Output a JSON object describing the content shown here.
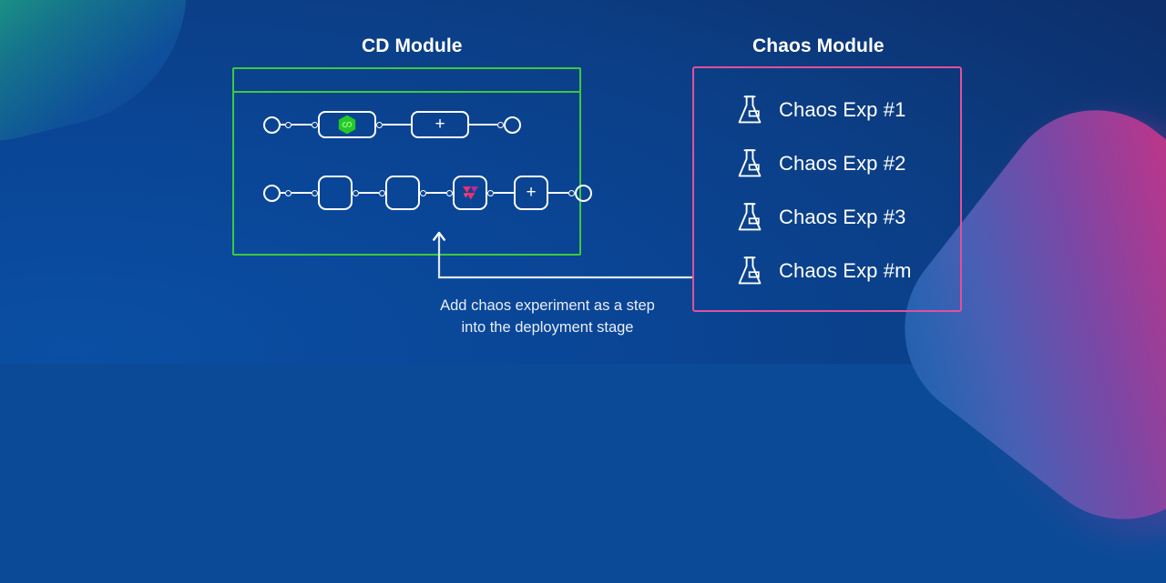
{
  "background": {
    "base_color": "#0b4a97",
    "green_blob_color": "#16ca6a",
    "pink_blob_color": "#f3246e"
  },
  "modules": {
    "cd": {
      "title": "CD Module",
      "border_color": "#3ec93e",
      "pipeline_rows": [
        {
          "name": "row-1",
          "nodes": [
            {
              "type": "start-circle",
              "label": ""
            },
            {
              "type": "step-pill",
              "icon": "helm-hexagon-icon",
              "label": ""
            },
            {
              "type": "add-step",
              "label": "+"
            },
            {
              "type": "end-circle",
              "label": ""
            }
          ]
        },
        {
          "name": "row-2",
          "nodes": [
            {
              "type": "start-circle",
              "label": ""
            },
            {
              "type": "step-square",
              "icon": "",
              "label": ""
            },
            {
              "type": "step-square",
              "icon": "",
              "label": ""
            },
            {
              "type": "step-square",
              "icon": "chaos-step-icon",
              "label": ""
            },
            {
              "type": "add-step",
              "label": "+"
            },
            {
              "type": "end-circle",
              "label": ""
            }
          ]
        }
      ]
    },
    "chaos": {
      "title": "Chaos Module",
      "border_color": "#e0519c",
      "experiments": [
        {
          "icon": "flask-icon",
          "label": "Chaos Exp #1"
        },
        {
          "icon": "flask-icon",
          "label": "Chaos Exp #2"
        },
        {
          "icon": "flask-icon",
          "label": "Chaos Exp #3"
        },
        {
          "icon": "flask-icon",
          "label": "Chaos Exp #m"
        }
      ]
    }
  },
  "connector": {
    "arrow_color": "#ffffff",
    "caption_line_1": "Add chaos experiment as a step",
    "caption_line_2": "into the deployment stage"
  }
}
